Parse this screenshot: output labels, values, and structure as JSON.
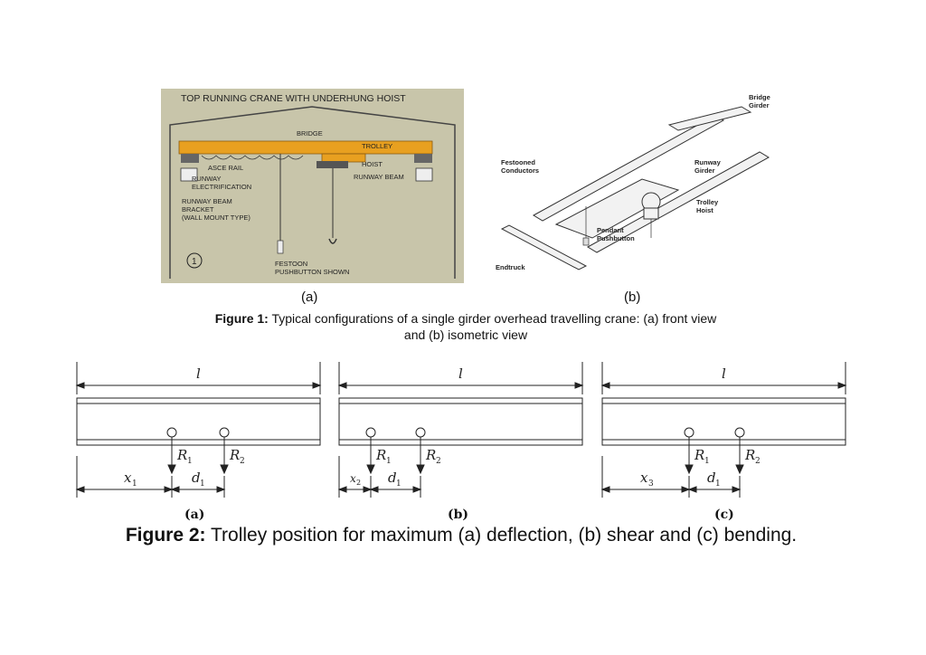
{
  "figure1": {
    "panel_a": {
      "title": "TOP RUNNING CRANE WITH UNDERHUNG HOIST",
      "labels": {
        "bridge": "BRIDGE",
        "trolley": "TROLLEY",
        "asce_rail": "ASCE RAIL",
        "hoist": "HOIST",
        "runway_electrification_1": "RUNWAY",
        "runway_electrification_2": "ELECTRIFICATION",
        "runway_beam": "RUNWAY BEAM",
        "bracket_1": "RUNWAY BEAM",
        "bracket_2": "BRACKET",
        "bracket_3": "(WALL MOUNT TYPE)",
        "festoon_1": "FESTOON",
        "festoon_2": "PUSHBUTTON SHOWN",
        "number": "1"
      },
      "sublabel": "(a)"
    },
    "panel_b": {
      "labels": {
        "bridge_girder_1": "Bridge",
        "bridge_girder_2": "Girder",
        "festooned_1": "Festooned",
        "festooned_2": "Conductors",
        "runway_girder_1": "Runway",
        "runway_girder_2": "Girder",
        "trolley_hoist_1": "Trolley",
        "trolley_hoist_2": "Hoist",
        "pendant_1": "Pendant",
        "pendant_2": "Pushbutton",
        "endtruck": "Endtruck"
      },
      "sublabel": "(b)"
    },
    "caption_bold": "Figure 1:",
    "caption_line1": " Typical configurations of a single girder overhead travelling crane: (a) front view",
    "caption_line2": "and (b) isometric view"
  },
  "figure2": {
    "panels": [
      {
        "span": "l",
        "r1": "R",
        "r1_sub": "1",
        "r2": "R",
        "r2_sub": "2",
        "x": "x",
        "x_sub": "1",
        "d": "d",
        "d_sub": "1",
        "sublabel": "(a)"
      },
      {
        "span": "l",
        "r1": "R",
        "r1_sub": "1",
        "r2": "R",
        "r2_sub": "2",
        "x": "x",
        "x_sub": "2",
        "d": "d",
        "d_sub": "1",
        "sublabel": "(b)"
      },
      {
        "span": "l",
        "r1": "R",
        "r1_sub": "1",
        "r2": "R",
        "r2_sub": "2",
        "x": "x",
        "x_sub": "3",
        "d": "d",
        "d_sub": "1",
        "sublabel": "(c)"
      }
    ],
    "caption_bold": "Figure 2:",
    "caption_rest": " Trolley position for maximum (a) deflection, (b) shear and (c) bending."
  },
  "colors": {
    "panel_bg": "#c8c5aa",
    "bridge": "#e8a020",
    "line": "#222222"
  }
}
